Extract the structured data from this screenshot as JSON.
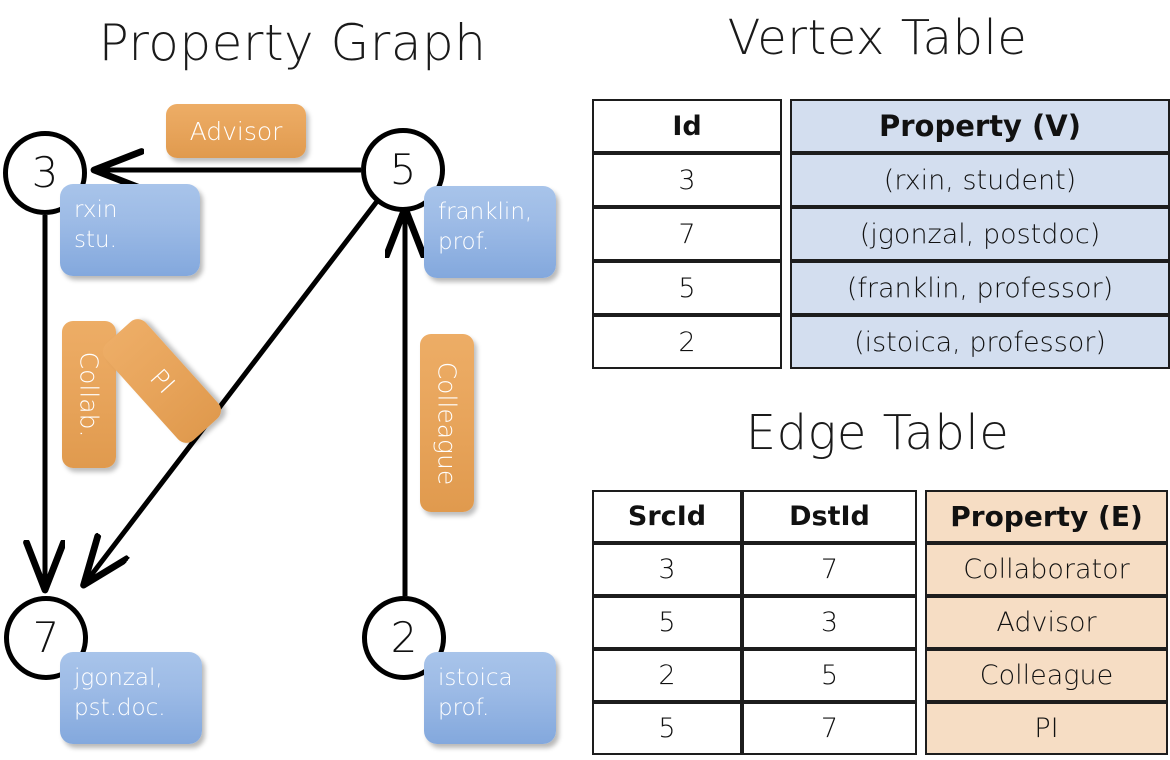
{
  "titles": {
    "property_graph": "Property Graph",
    "vertex_table": "Vertex Table",
    "edge_table": "Edge Table"
  },
  "graph": {
    "nodes": [
      {
        "id": "3",
        "property": [
          "rxin",
          "stu."
        ]
      },
      {
        "id": "5",
        "property": [
          "franklin,",
          "prof."
        ]
      },
      {
        "id": "7",
        "property": [
          "jgonzal,",
          "pst.doc."
        ]
      },
      {
        "id": "2",
        "property": [
          "istoica",
          "prof."
        ]
      }
    ],
    "edge_labels": [
      {
        "name": "advisor",
        "text": "Advisor"
      },
      {
        "name": "collab",
        "text": "Collab."
      },
      {
        "name": "pi",
        "text": "PI"
      },
      {
        "name": "colleague",
        "text": "Colleague"
      }
    ],
    "colors": {
      "node_stroke": "#000000",
      "vertex_box": "#9dbbe6",
      "edge_box": "#e8a55c",
      "arrow": "#000000"
    }
  },
  "vertex_table": {
    "headers": [
      "Id",
      "Property (V)"
    ],
    "rows": [
      [
        "3",
        "(rxin, student)"
      ],
      [
        "7",
        "(jgonzal, postdoc)"
      ],
      [
        "5",
        "(franklin, professor)"
      ],
      [
        "2",
        "(istoica, professor)"
      ]
    ],
    "header_fill": "#d3deef",
    "cell_fill": "#d3deef"
  },
  "edge_table": {
    "headers": [
      "SrcId",
      "DstId",
      "Property (E)"
    ],
    "rows": [
      [
        "3",
        "7",
        "Collaborator"
      ],
      [
        "5",
        "3",
        "Advisor"
      ],
      [
        "2",
        "5",
        "Colleague"
      ],
      [
        "5",
        "7",
        "PI"
      ]
    ],
    "header_fill": "#f6ddc4",
    "cell_fill": "#f6ddc4"
  }
}
